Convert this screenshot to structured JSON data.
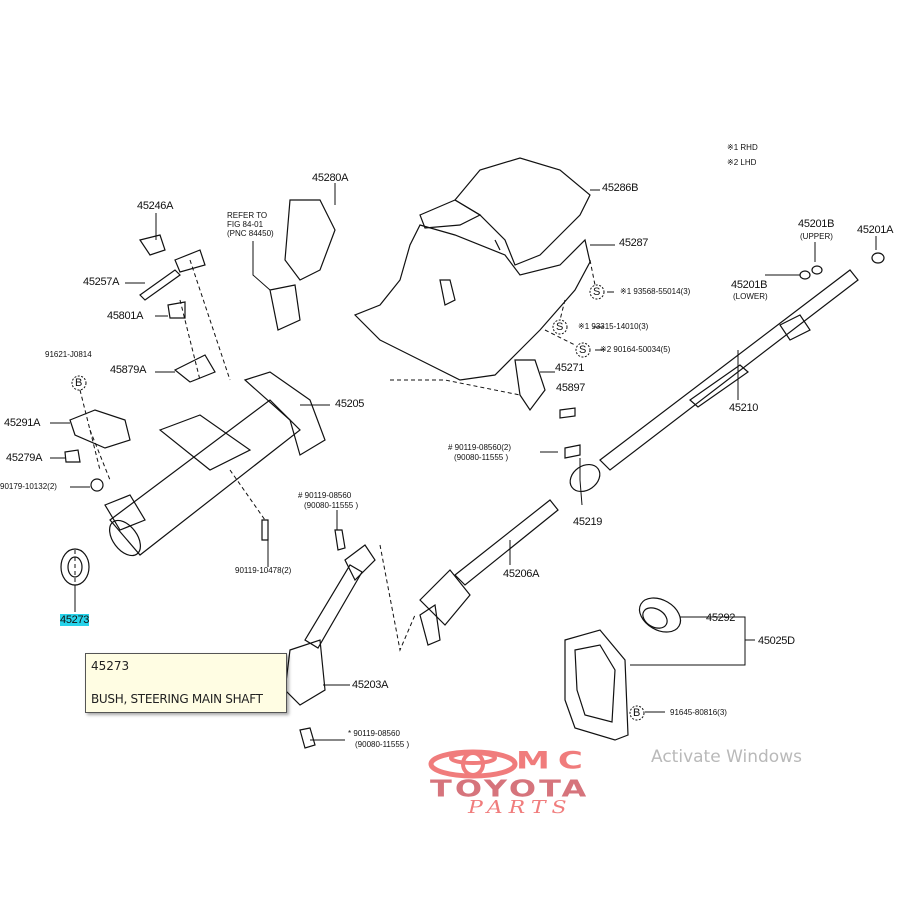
{
  "diagram": {
    "title": "Steering column & shaft parts diagram",
    "legend": [
      {
        "mark": "※1",
        "text": "RHD"
      },
      {
        "mark": "※2",
        "text": "LHD"
      }
    ],
    "labels": {
      "p45246A": "45246A",
      "refer1": "REFER TO",
      "refer2": "FIG 84-01",
      "refer3": "(PNC 84450)",
      "p45280A": "45280A",
      "p45286B": "45286B",
      "p45287": "45287",
      "p45257A": "45257A",
      "p45801A": "45801A",
      "p91621": "91621-J0814",
      "p45879A": "45879A",
      "p45291A": "45291A",
      "p45279A": "45279A",
      "p90179": "90179-10132(2)",
      "p45205": "45205",
      "p90119_10478": "90119-10478(2)",
      "p90119_08560_a1": "# 90119-08560",
      "p90119_08560_a2": "(90080-11555  )",
      "p45273": "45273",
      "p45203A": "45203A",
      "p90119_08560_b1": "* 90119-08560",
      "p90119_08560_b2": "(90080-11555  )",
      "s1": "※1 93568-55014(3)",
      "s2": "※1 93315-14010(3)",
      "s3": "※2 90164-50034(5)",
      "s_mark": "S",
      "b_mark": "B",
      "p45271": "45271",
      "p45897": "45897",
      "p90119_08560_c1": "# 90119-08560(2)",
      "p90119_08560_c2": "(90080-11555  )",
      "p45219": "45219",
      "p45206A": "45206A",
      "p45210": "45210",
      "p45201B_u": "45201B",
      "p45201B_u2": "(UPPER)",
      "p45201A": "45201A",
      "p45201B_l": "45201B",
      "p45201B_l2": "(LOWER)",
      "p45292": "45292",
      "p45025D": "45025D",
      "p91645": "91645-80816(3)"
    },
    "highlighted_part": "45273"
  },
  "tooltip": {
    "part_number": "45273",
    "description": "BUSH, STEERING MAIN SHAFT"
  },
  "watermark": {
    "logo_top": "MC",
    "logo_middle": "TOYOTA",
    "logo_bottom": "PARTS",
    "os_notice": "Activate Windows"
  },
  "colors": {
    "highlight": "#27d3ea",
    "tooltip_bg": "#fffde3",
    "logo_red": "#f07c7c"
  }
}
